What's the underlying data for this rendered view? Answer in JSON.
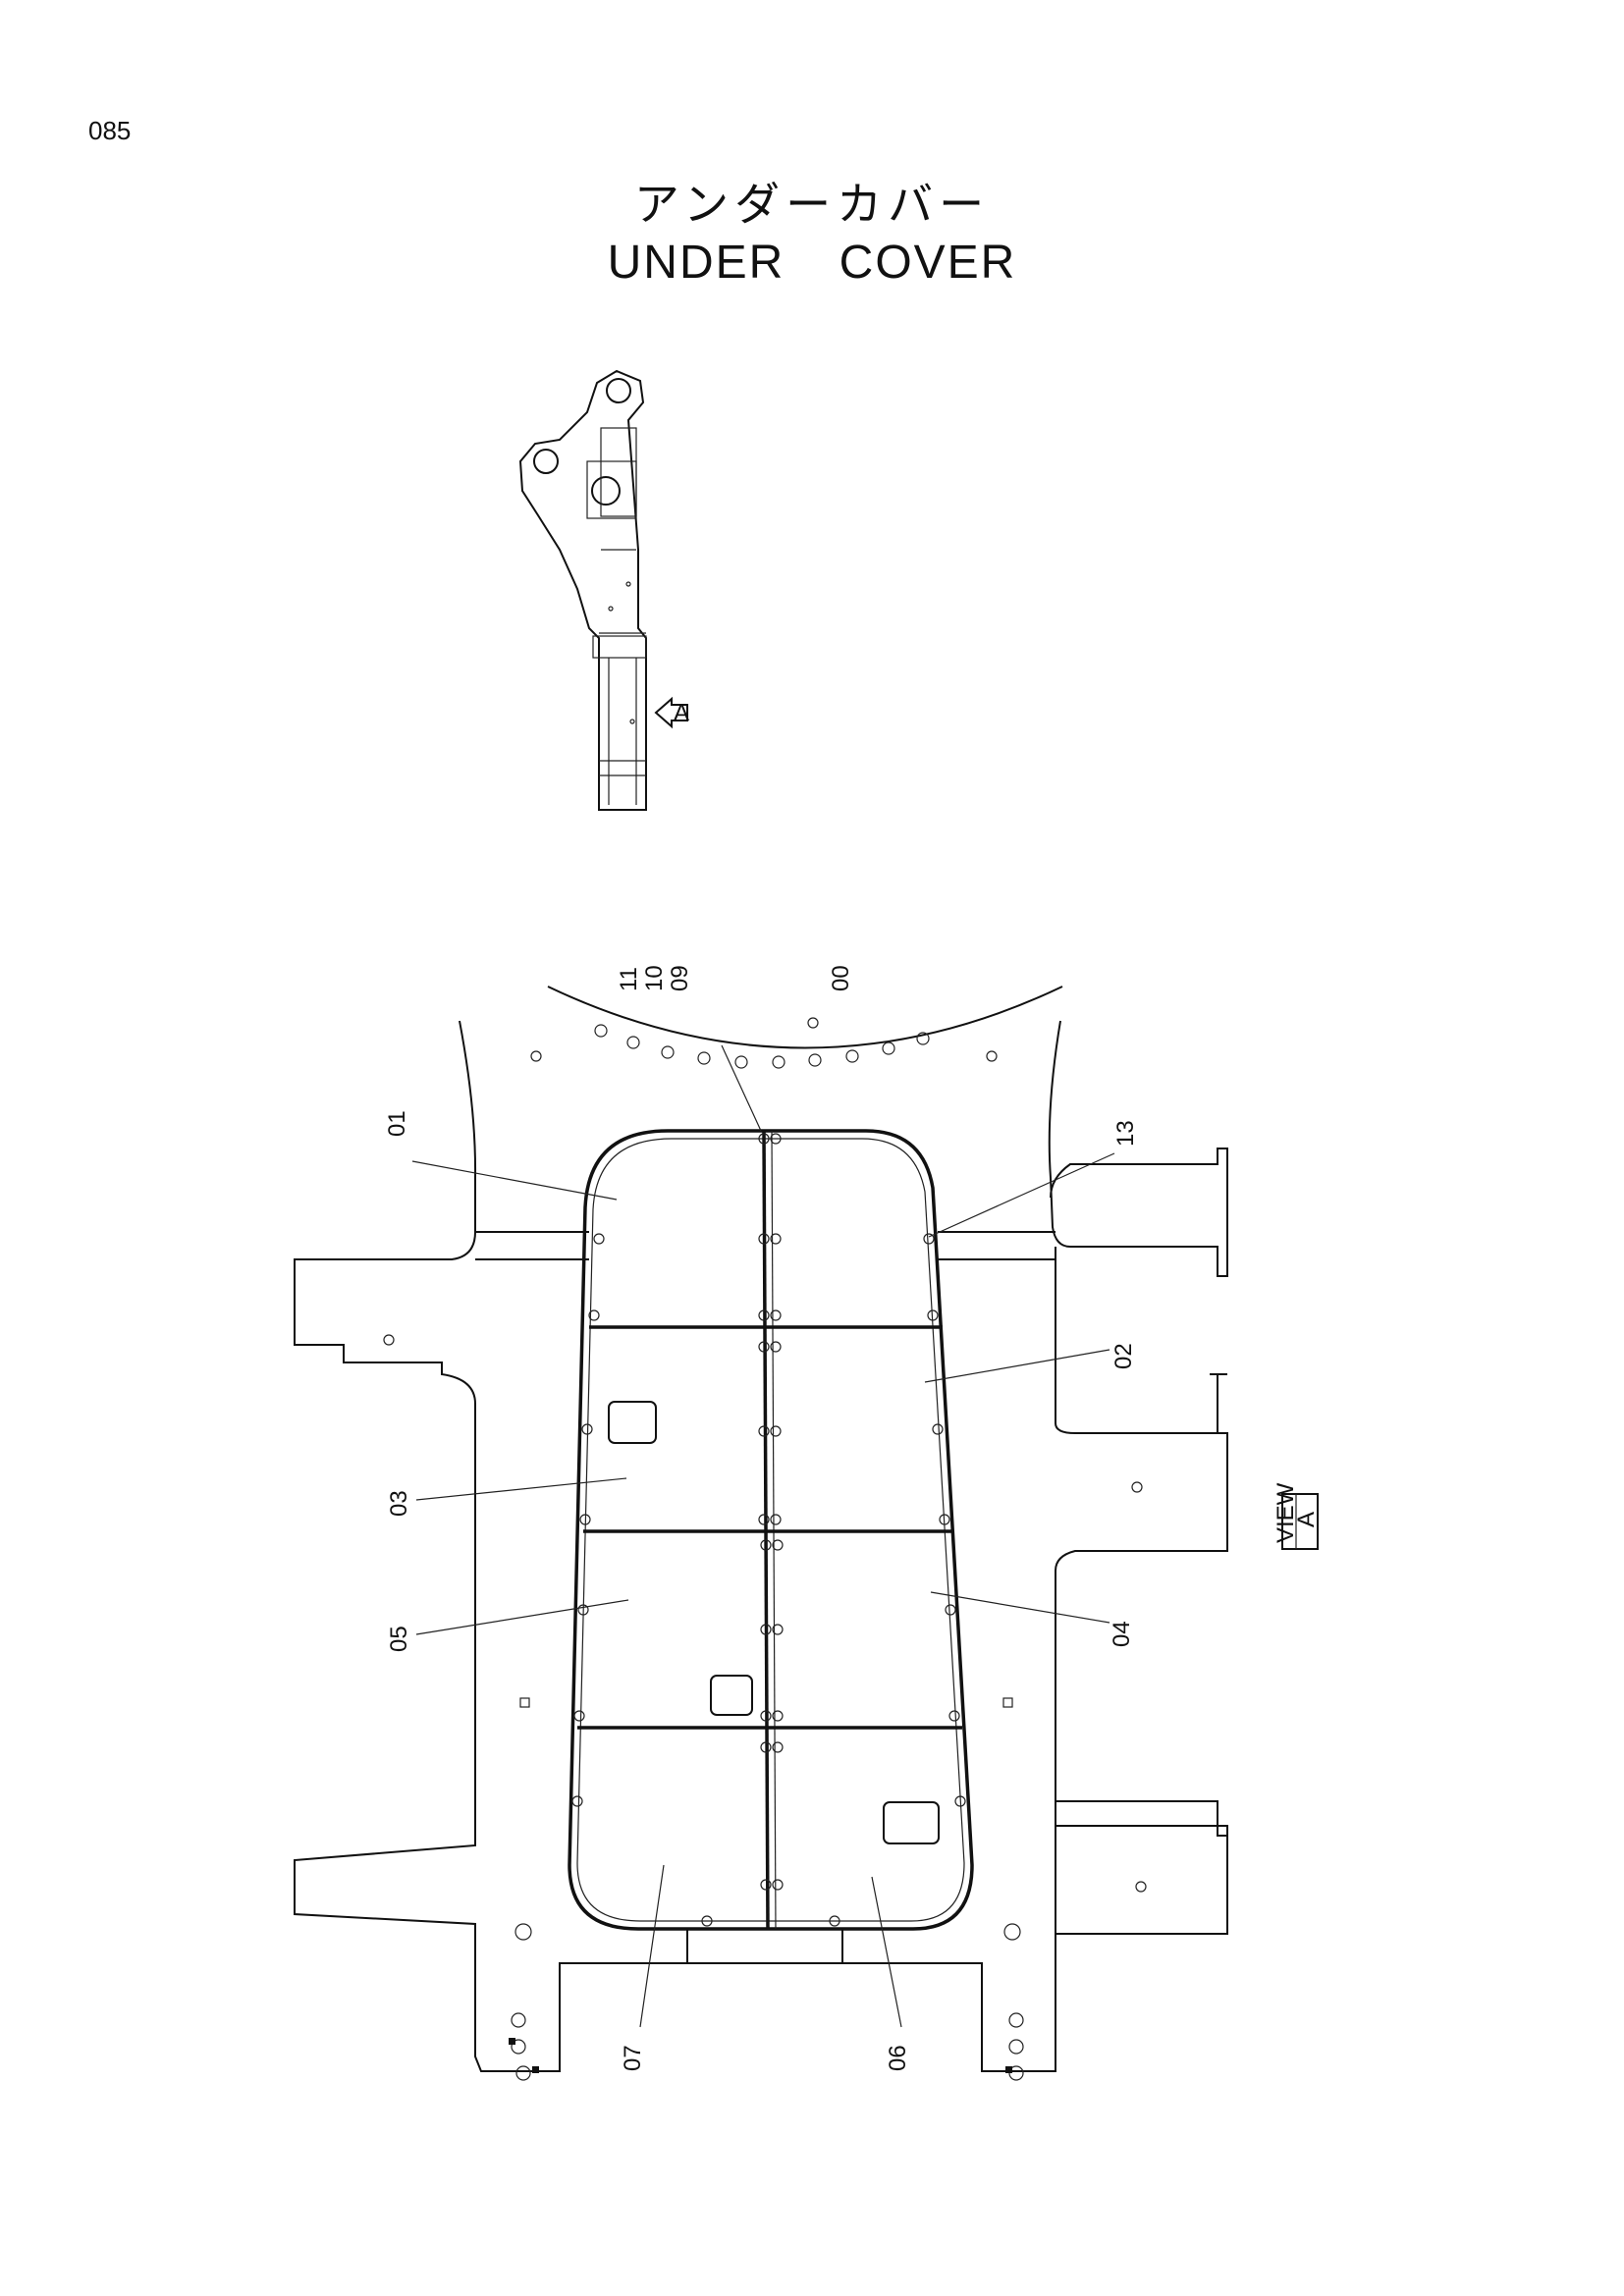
{
  "page": {
    "number": "085"
  },
  "title": {
    "japanese": "アンダーカバー",
    "english": "UNDER   COVER"
  },
  "labels": {
    "p11": "11",
    "p10": "10",
    "p09": "09",
    "p00": "00",
    "p01": "01",
    "p13": "13",
    "p02": "02",
    "p03": "03",
    "p05": "05",
    "p04": "04",
    "p07": "07",
    "p06": "06"
  },
  "view_arrow": {
    "letter": "A"
  },
  "view_mark": {
    "letter": "A",
    "caption": "VIEW"
  }
}
